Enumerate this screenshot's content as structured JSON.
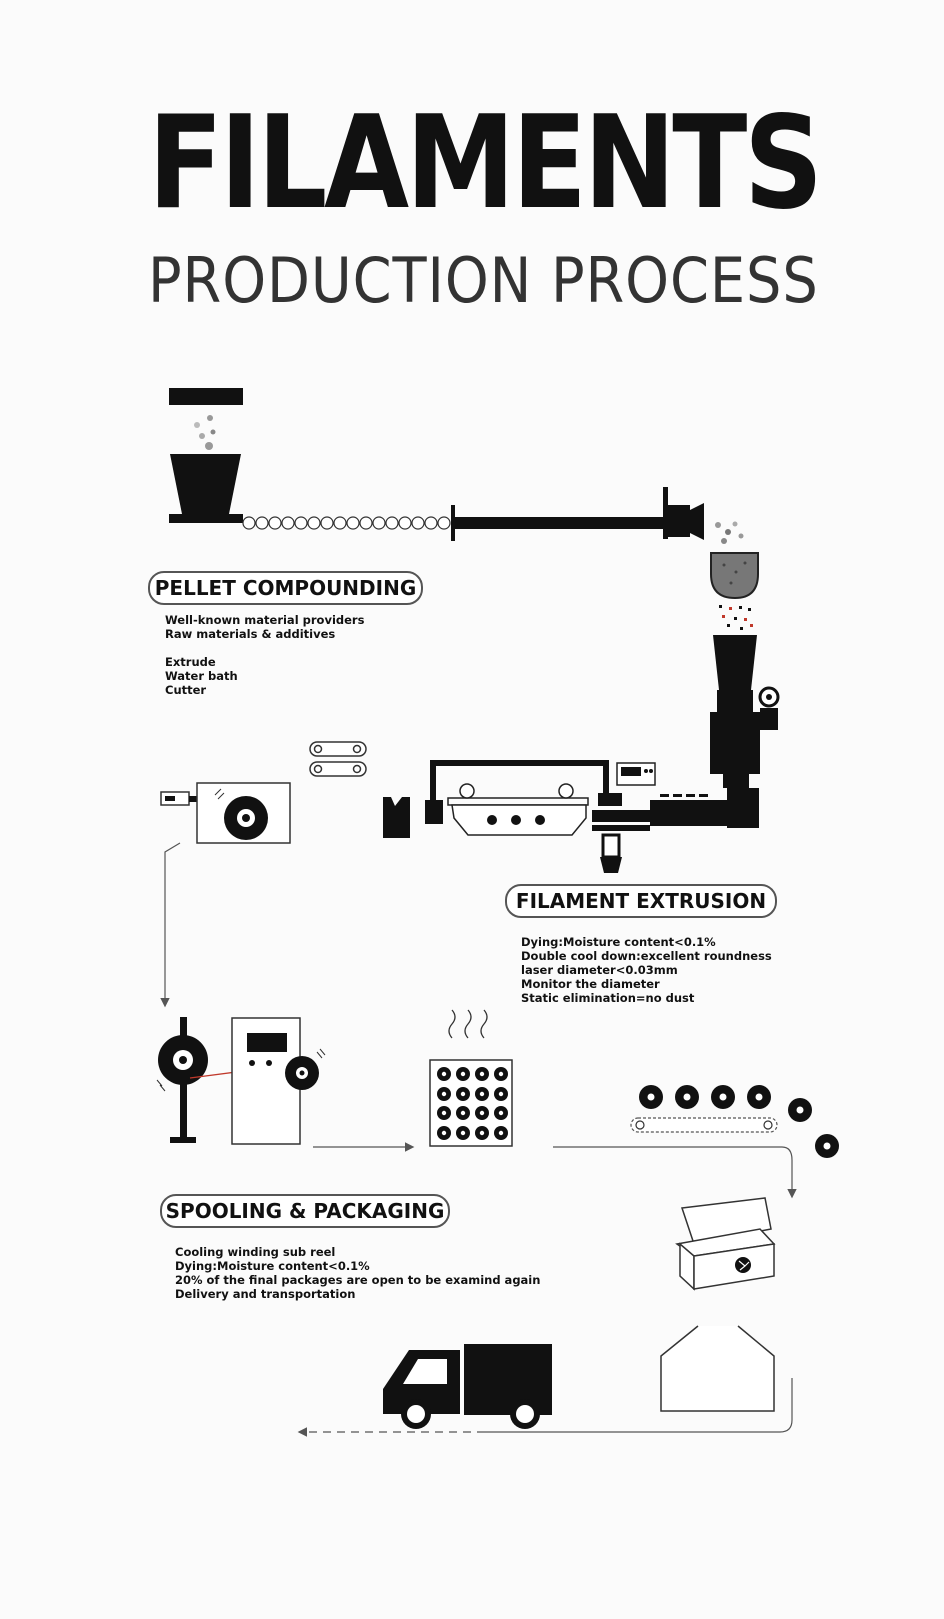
{
  "title": "FILAMENTS",
  "subtitle": "PRODUCTION PROCESS",
  "sections": {
    "pellet": {
      "label": "PELLET COMPOUNDING",
      "lines_a": [
        "Well-known material providers",
        "Raw materials & additives"
      ],
      "lines_b": [
        "Extrude",
        "Water bath",
        "Cutter"
      ]
    },
    "extrusion": {
      "label": "FILAMENT EXTRUSION",
      "lines": [
        "Dying:Moisture content<0.1%",
        "Double cool down:excellent roundness",
        "laser diameter<0.03mm",
        "Monitor the diameter",
        "Static elimination=no dust"
      ]
    },
    "spooling": {
      "label": "SPOOLING & PACKAGING",
      "lines": [
        "Cooling winding sub reel",
        "Dying:Moisture content<0.1%",
        "20% of the final packages are open to be examind again",
        "Delivery and transportation"
      ]
    }
  },
  "colors": {
    "ink": "#111111",
    "accent": "#c0392b",
    "line": "#555555"
  },
  "icons": [
    "hopper-icon",
    "screw-extruder-icon",
    "dryer-icon",
    "extruder-machine-icon",
    "water-bath-icon",
    "spool-icon",
    "winding-machine-icon",
    "cooling-rack-icon",
    "box-icon",
    "warehouse-icon",
    "truck-icon"
  ]
}
